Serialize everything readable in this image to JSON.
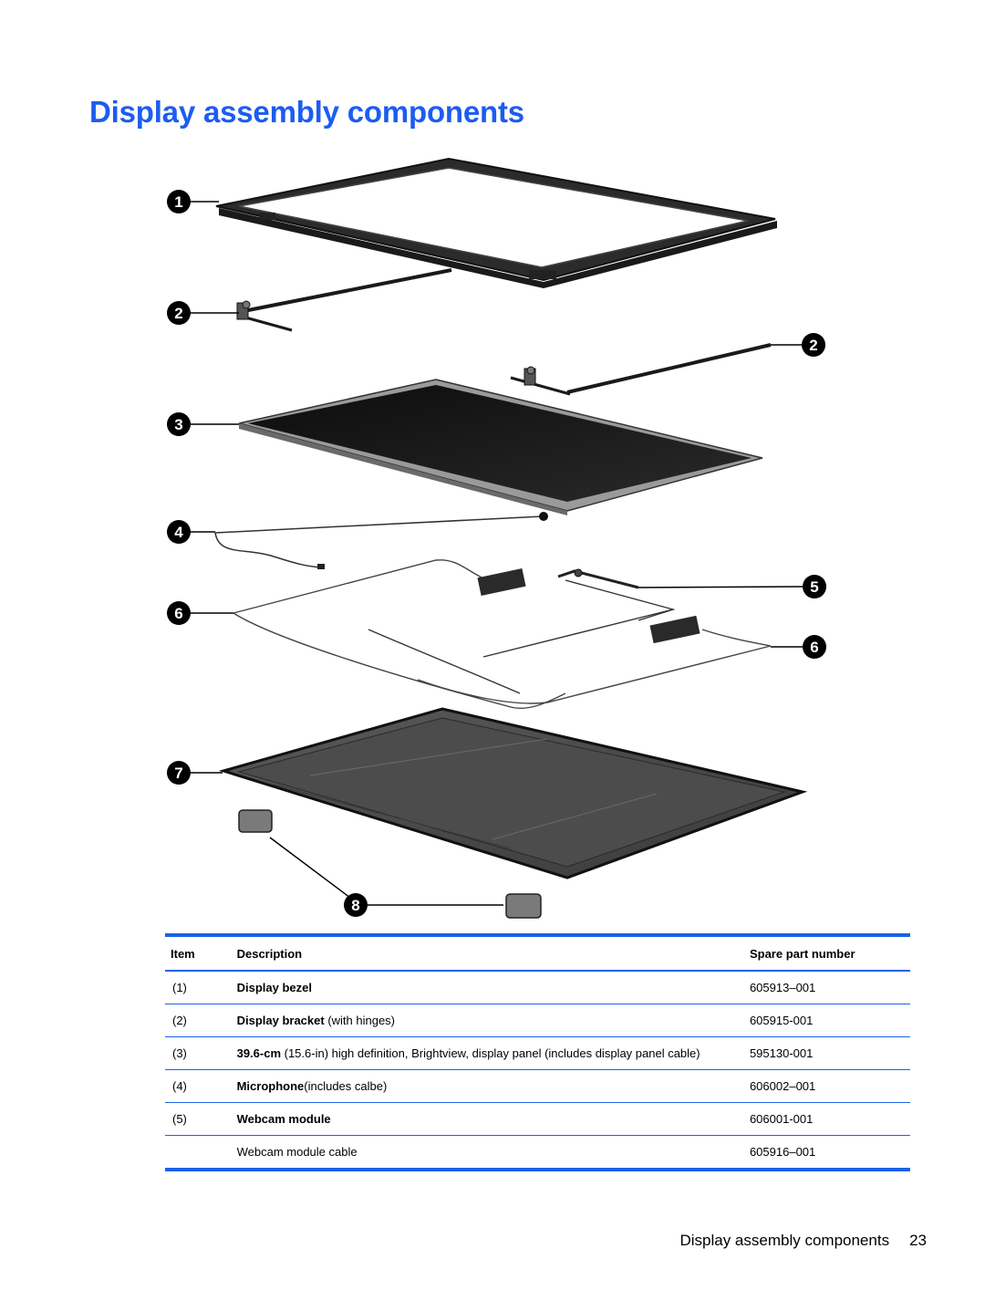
{
  "page": {
    "title": "Display assembly components",
    "accent_color": "#1a63e8",
    "title_color": "#1c5cf0"
  },
  "figure": {
    "callouts": [
      "1",
      "2",
      "2",
      "3",
      "4",
      "6",
      "5",
      "6",
      "7",
      "8"
    ]
  },
  "table": {
    "headers": {
      "item": "Item",
      "description": "Description",
      "spare_part": "Spare part number"
    },
    "rows": [
      {
        "item": "(1)",
        "desc_bold": "Display bezel",
        "desc_rest": "",
        "part": "605913–001"
      },
      {
        "item": "(2)",
        "desc_bold": "Display bracket",
        "desc_rest": " (with hinges)",
        "part": "605915-001"
      },
      {
        "item": "(3)",
        "desc_bold": "39.6-cm",
        "desc_rest": " (15.6-in) high definition, Brightview, display panel (includes display panel cable)",
        "part": "595130-001"
      },
      {
        "item": "(4)",
        "desc_bold": "Microphone",
        "desc_rest": "(includes calbe)",
        "part": "606002–001"
      },
      {
        "item": "(5)",
        "desc_bold": "Webcam module",
        "desc_rest": "",
        "part": "606001-001"
      },
      {
        "item": "",
        "desc_bold": "",
        "desc_rest": "Webcam module cable",
        "part": "605916–001"
      }
    ]
  },
  "footer": {
    "section": "Display assembly components",
    "page_number": "23"
  }
}
